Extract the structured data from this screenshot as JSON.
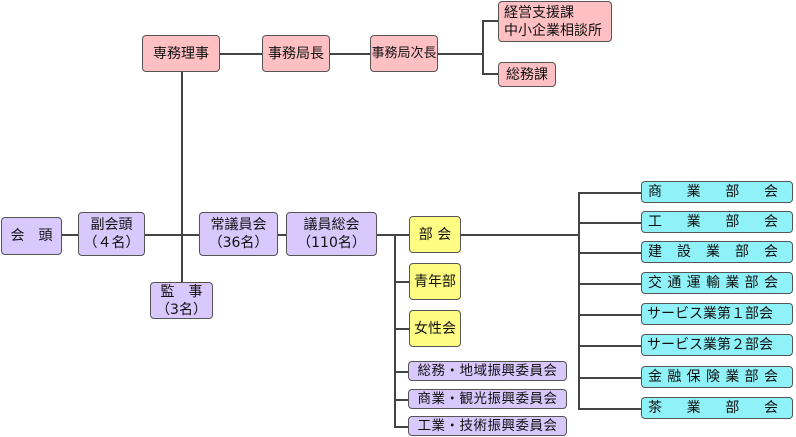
{
  "colors": {
    "executive_office": "#ffc0c4",
    "governance": "#d8c8fc",
    "sections": "#fffc84",
    "industry_groups": "#8ef2f8",
    "connector": "#444444"
  },
  "executive_office": {
    "senmu_riji": "専務理事",
    "jimukyoku_cho": "事務局長",
    "jimukyoku_jicho": "事務局次長",
    "keiei_shien": "経営支援課\n中小企業相談所",
    "somu_ka": "総務課"
  },
  "governance": {
    "kaito": "会　頭",
    "fuku_kaito": "副会頭\n（４名）",
    "jogiin_kai": "常議員会\n（36名）",
    "giin_sokai": "議員総会\n（110名）",
    "kanji": "監　事\n（3名）"
  },
  "sections": {
    "bukai": "部 会",
    "seinenbu": "青年部",
    "joseikai": "女性会"
  },
  "committees": [
    "総務・地域振興委員会",
    "商業・観光振興委員会",
    "工業・技術振興委員会"
  ],
  "industry_groups": [
    {
      "label": "商業部会",
      "chars": [
        "商",
        "業",
        "部",
        "会"
      ]
    },
    {
      "label": "工業部会",
      "chars": [
        "工",
        "業",
        "部",
        "会"
      ]
    },
    {
      "label": "建設業部会",
      "chars": [
        "建",
        "設",
        "業",
        "部",
        "会"
      ]
    },
    {
      "label": "交通運輸業部会",
      "chars": [
        "交",
        "通",
        "運",
        "輸",
        "業",
        "部",
        "会"
      ]
    },
    {
      "label": "サービス業第１部会",
      "chars": [
        "サービス業第１部会"
      ]
    },
    {
      "label": "サービス業第２部会",
      "chars": [
        "サービス業第２部会"
      ]
    },
    {
      "label": "金融保険業部会",
      "chars": [
        "金",
        "融",
        "保",
        "険",
        "業",
        "部",
        "会"
      ]
    },
    {
      "label": "茶業部会",
      "chars": [
        "茶",
        "業",
        "部",
        "会"
      ]
    }
  ]
}
